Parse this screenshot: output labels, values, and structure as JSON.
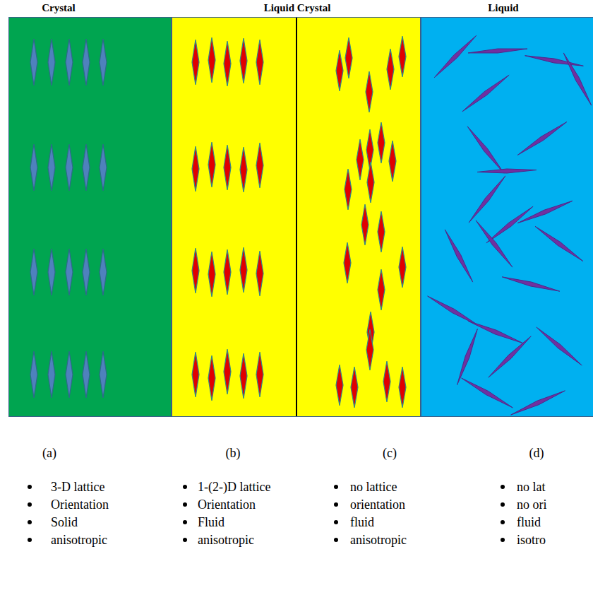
{
  "diagram": {
    "nodes": [
      {
        "text": [
          "Crystal"
        ]
      },
      {
        "text": [
          "Liquid Crystal"
        ]
      },
      {
        "text": [
          "Liquid"
        ]
      }
    ],
    "labels": [
      "(a)",
      "(b)",
      "(c)",
      "(d)",
      "3-D lattice",
      "Orientation",
      "Solid",
      "anisotropic",
      "1-(2-)D lattice",
      "Orientation",
      "Fluid",
      "anisotropic",
      "no lattice",
      "orientation",
      "fluid",
      "anisotropic",
      "no lat",
      "no ori",
      "fluid",
      "isotro"
    ]
  }
}
